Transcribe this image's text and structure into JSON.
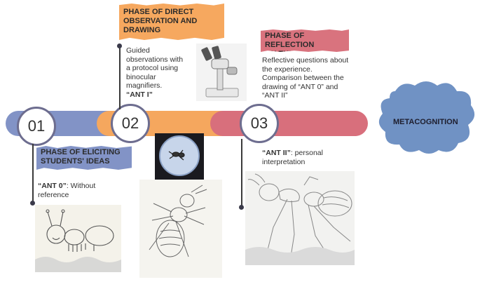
{
  "phases": [
    {
      "number": "01",
      "title": "PHASE OF ELICITING STUDENTS' IDEAS",
      "title_line1": "PHASE OF ELICITING",
      "title_line2": "STUDENTS' IDEAS",
      "caption_bold": "“ANT 0”",
      "caption_rest": ": Without",
      "caption_line2": "reference",
      "color": "#8090c4"
    },
    {
      "number": "02",
      "title_line1": "PHASE OF DIRECT",
      "title_line2": "OBSERVATION AND",
      "title_line3": "DRAWING",
      "text_lines": [
        "Guided",
        "observations with",
        "a protocol using",
        "binocular",
        "magnifiers."
      ],
      "text_bold": "“ANT I”",
      "color": "#f5a75e"
    },
    {
      "number": "03",
      "title_line1": "PHASE OF REFLECTION",
      "title_line2": "ON THE EXPERIENCE",
      "text_lines": [
        "Reflective questions about",
        "the experience.",
        "Comparison between the",
        "drawing of “ANT 0” and"
      ],
      "text_last": "“ANT II”",
      "caption_bold": "“ANT II”",
      "caption_rest": ": personal",
      "caption_line2": "interpretation",
      "color": "#d9737e"
    }
  ],
  "metacognition": {
    "label": "METACOGNITION",
    "color": "#6f8fc3"
  }
}
